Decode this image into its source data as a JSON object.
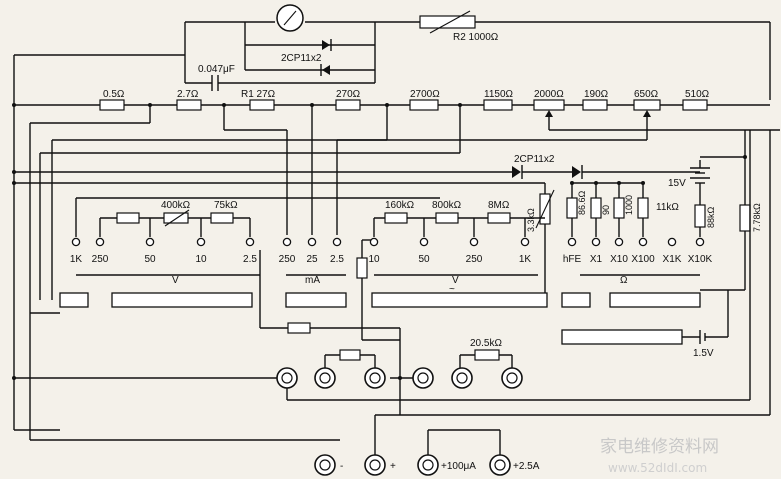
{
  "meter": {
    "r2_label": "R2 1000Ω",
    "diode_top": "2CP11x2",
    "cap": "0.047μF"
  },
  "shunt": {
    "r1": "0.5Ω",
    "r2": "2.7Ω",
    "r3": "R1 27Ω",
    "r4": "270Ω",
    "r5": "2700Ω",
    "r6": "1150Ω",
    "r7": "2000Ω",
    "r8": "190Ω",
    "r9": "650Ω",
    "r10": "510Ω"
  },
  "diode_mid": "2CP11x2",
  "battery": {
    "b15": "15V",
    "b15v": "1.5V"
  },
  "ohm_res": {
    "r1": "86.6Ω",
    "r2": "90",
    "r3": "1000",
    "r4": "11kΩ",
    "r5": "88kΩ",
    "r6": "7.78kΩ"
  },
  "dcv_res": {
    "r1": "400kΩ",
    "r2": "75kΩ"
  },
  "acv_res": {
    "r1": "160kΩ",
    "r2": "800kΩ",
    "r3": "8MΩ",
    "r4": "3.3kΩ"
  },
  "jack_res": "20.5kΩ",
  "contacts": {
    "c1": "1K",
    "c2": "250",
    "c3": "50",
    "c4": "10",
    "c5": "2.5",
    "c6": "250",
    "c7": "25",
    "c8": "2.5",
    "c9": "10",
    "c10": "50",
    "c11": "250",
    "c12": "1K",
    "c13": "hFE",
    "c14": "X1",
    "c15": "X10",
    "c16": "X100",
    "c17": "X1K",
    "c18": "X10K"
  },
  "groups": {
    "dcv": "V",
    "ma": "mA",
    "acv": "V",
    "ohm": "Ω"
  },
  "terminals": {
    "t1": "-",
    "t2": "+",
    "t3": "+100μA",
    "t4": "+2.5A"
  },
  "watermark": {
    "cn": "家电维修资料网",
    "url": "www.52dIdI.com"
  }
}
